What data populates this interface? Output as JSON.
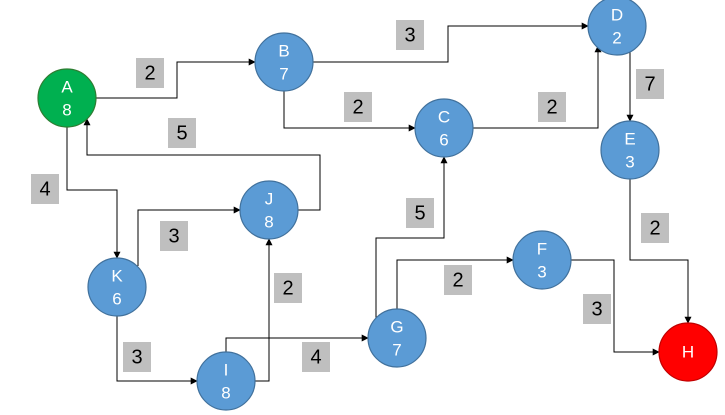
{
  "colors": {
    "node_default": "#5B9BD5",
    "node_start": "#00B050",
    "node_goal": "#FF0000",
    "weight_box": "#BFBFBF",
    "edge": "#000000"
  },
  "nodes": [
    {
      "id": "A",
      "name": "A",
      "value": "8",
      "role": "start"
    },
    {
      "id": "B",
      "name": "B",
      "value": "7",
      "role": "default"
    },
    {
      "id": "C",
      "name": "C",
      "value": "6",
      "role": "default"
    },
    {
      "id": "D",
      "name": "D",
      "value": "2",
      "role": "default"
    },
    {
      "id": "E",
      "name": "E",
      "value": "3",
      "role": "default"
    },
    {
      "id": "F",
      "name": "F",
      "value": "3",
      "role": "default"
    },
    {
      "id": "G",
      "name": "G",
      "value": "7",
      "role": "default"
    },
    {
      "id": "H",
      "name": "H",
      "value": "",
      "role": "goal"
    },
    {
      "id": "I",
      "name": "I",
      "value": "8",
      "role": "default"
    },
    {
      "id": "J",
      "name": "J",
      "value": "8",
      "role": "default"
    },
    {
      "id": "K",
      "name": "K",
      "value": "6",
      "role": "default"
    }
  ],
  "edges": [
    {
      "from": "A",
      "to": "B",
      "weight": "2"
    },
    {
      "from": "B",
      "to": "D",
      "weight": "3"
    },
    {
      "from": "B",
      "to": "C",
      "weight": "2"
    },
    {
      "from": "C",
      "to": "D",
      "weight": "2"
    },
    {
      "from": "D",
      "to": "E",
      "weight": "7"
    },
    {
      "from": "E",
      "to": "H",
      "weight": "2"
    },
    {
      "from": "J",
      "to": "A",
      "weight": "5"
    },
    {
      "from": "A",
      "to": "K",
      "weight": "4"
    },
    {
      "from": "K",
      "to": "J",
      "weight": "3"
    },
    {
      "from": "K",
      "to": "I",
      "weight": "3"
    },
    {
      "from": "I",
      "to": "J",
      "weight": "2"
    },
    {
      "from": "I",
      "to": "G",
      "weight": "4"
    },
    {
      "from": "G",
      "to": "C",
      "weight": "5"
    },
    {
      "from": "G",
      "to": "F",
      "weight": "2"
    },
    {
      "from": "F",
      "to": "H",
      "weight": "3"
    }
  ]
}
